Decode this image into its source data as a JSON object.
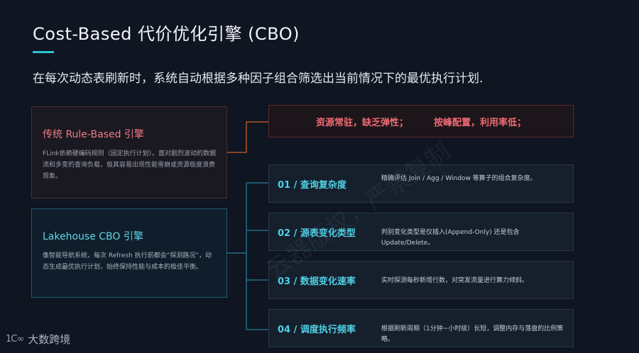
{
  "header": {
    "title": "Cost-Based  代价优化引擎  (CBO)",
    "subtitle": "在每次动态表刷新时，系统自动根据多种因子组合筛选出当前情况下的最优执行计划."
  },
  "rule_card": {
    "title": "传统  Rule-Based  引擎",
    "body": "FLink依赖硬编码规则（固定执行计划）。面对剧烈波动的数据流和多变的查询负载，极其容易出现性能雪崩或资源极度浪费现象。"
  },
  "cbo_card": {
    "title": "Lakehouse  CBO  引擎",
    "body": "像智能导航系统，每次  Refresh  执行前都会“探测路况”，动态生成最优执行计划，始终保持性能与成本的极佳平衡。"
  },
  "alert": {
    "left": "资源常驻，缺乏弹性；",
    "right": "按峰配置，利用率低；"
  },
  "factors": [
    {
      "label": "01  /  查询复杂度",
      "desc": "精确评估  Join  /  Agg  /  Window  等算子的组合复杂度。"
    },
    {
      "label": "02  /  源表变化类型",
      "desc": "判别变化类型是仅插入(Append-Only) 还是包含  Update/Delete。"
    },
    {
      "label": "03  /  数据变化速率",
      "desc": "实时探测每秒新增行数，对突发流量进行算力倾斜。"
    },
    {
      "label": "04  /  调度执行频率",
      "desc": "根据刷新周期（1分钟~小时级）长短，调整内存与落盘的比例策略。"
    }
  ],
  "watermark": "云器版权，严禁复制",
  "logo": {
    "mark": "1C∞",
    "text": "大数跨境"
  },
  "colors": {
    "accent": "#2ec3d6",
    "warning": "#f06a74",
    "background": "#0f1521"
  }
}
